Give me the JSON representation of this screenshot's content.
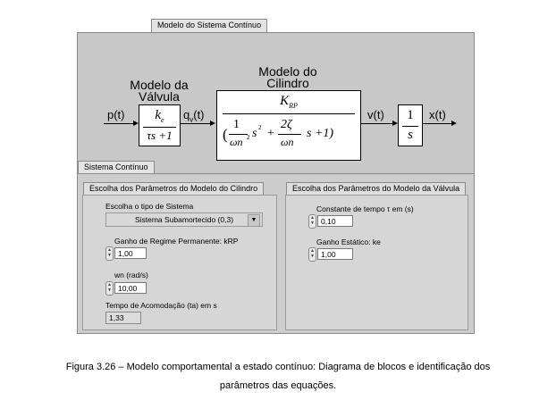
{
  "tabs": {
    "outer": "Modelo do Sistema Contínuo",
    "inner": "Sistema Contínuo"
  },
  "diagram": {
    "valve_title_line1": "Modelo da",
    "valve_title_line2": "Válvula",
    "cyl_title_line1": "Modelo do",
    "cyl_title_line2": "Cilindro",
    "signal_p": "p(t)",
    "signal_q": "q",
    "signal_q_sub": "v",
    "signal_q_suffix": "(t)",
    "signal_v": "v(t)",
    "signal_x": "x(t)",
    "valve_num": "k",
    "valve_num_sub": "e",
    "valve_den": "τs +1",
    "cyl_num": "K",
    "cyl_num_sub": "RP",
    "cyl_den_open": "(",
    "cyl_den_one": "1",
    "cyl_den_wn": "ωn",
    "cyl_den_exp": "2",
    "cyl_den_s2": "s",
    "cyl_den_s2exp": "2",
    "cyl_den_plus1": "+",
    "cyl_den_twozeta": "2ζ",
    "cyl_den_wn2": "ωn",
    "cyl_den_tail": "s +1)",
    "int_num": "1",
    "int_den": "s"
  },
  "cylinder_params": {
    "header": "Escolha dos Parâmetros do Modelo do Cilindro",
    "type_label": "Escolha o tipo de Sistema",
    "type_value": "Sistema Subamortecido (0,3)",
    "gain_label": "Ganho de Regime Permanente: kRP",
    "gain_value": "1,00",
    "wn_label": "wn (rad/s)",
    "wn_value": "10,00",
    "ta_label": "Tempo de Acomodação (ta) em s",
    "ta_value": "1,33"
  },
  "valve_params": {
    "header": "Escolha dos Parâmetros do Modelo da Válvula",
    "tau_label": "Constante de tempo τ em (s)",
    "tau_value": "0,10",
    "ke_label": "Ganho Estático: ke",
    "ke_value": "1,00"
  },
  "caption": {
    "line1": "Figura 3.26 – Modelo comportamental a estado contínuo: Diagrama de blocos e identificação dos",
    "line2": "parâmetros das equações."
  }
}
